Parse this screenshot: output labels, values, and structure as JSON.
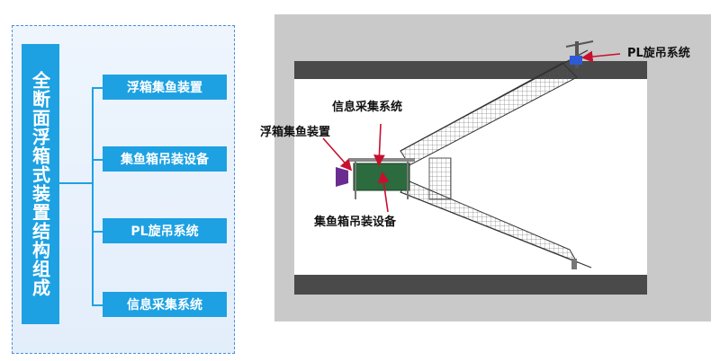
{
  "left": {
    "root_title": "全断面浮箱式装置结构组成",
    "items": [
      {
        "label": "浮箱集鱼装置"
      },
      {
        "label": "集鱼箱吊装设备"
      },
      {
        "label": "PL旋吊系统"
      },
      {
        "label": "信息采集系统"
      }
    ]
  },
  "right": {
    "labels": {
      "pl_system": "PL旋吊系统",
      "info_system": "信息采集系统",
      "float_box": "浮箱集鱼装置",
      "hoist": "集鱼箱吊装设备"
    }
  },
  "colors": {
    "accent": "#1da1e2",
    "panel_border": "#4a90d9",
    "arrow": "#c8102e"
  }
}
